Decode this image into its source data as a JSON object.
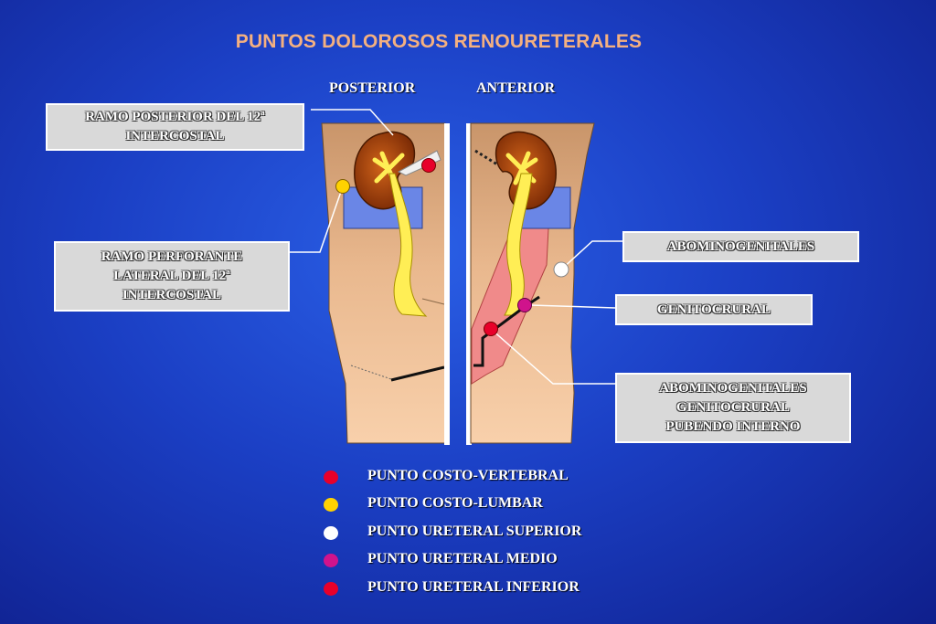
{
  "title": "PUNTOS DOLOROSOS RENOURETERALES",
  "views": {
    "posterior": "POSTERIOR",
    "anterior": "ANTERIOR"
  },
  "labels": {
    "ramo_posterior": "RAMO POSTERIOR DEL 12ª\nINTERCOSTAL",
    "ramo_perforante": "RAMO PERFORANTE\nLATERAL DEL 12ª\nINTERCOSTAL",
    "abominogenitales": "ABOMINOGENITALES",
    "genitocrural": "GENITOCRURAL",
    "combined": "ABOMINOGENITALES\nGENITOCRURAL\nPUBENDO INTERNO"
  },
  "legend": [
    {
      "label": "PUNTO COSTO-VERTEBRAL",
      "color": "#e8002a"
    },
    {
      "label": "PUNTO COSTO-LUMBAR",
      "color": "#ffd200"
    },
    {
      "label": "PUNTO URETERAL SUPERIOR",
      "color": "#ffffff"
    },
    {
      "label": "PUNTO URETERAL MEDIO",
      "color": "#d0138c"
    },
    {
      "label": "PUNTO URETERAL INFERIOR",
      "color": "#e8002a"
    }
  ],
  "colors": {
    "skin": "#f6c9a0",
    "kidney": "#a8430a",
    "nerve": "#ffee55",
    "muscle_block": "#6a86e6",
    "flank_area": "#f08a8a"
  }
}
